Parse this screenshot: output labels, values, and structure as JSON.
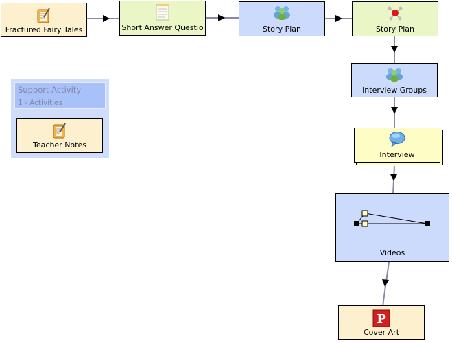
{
  "activities": {
    "fractured": {
      "label": "Fractured Fairy Tales",
      "icon": "notebook-pencil-icon"
    },
    "short_answer": {
      "label": "Short Answer Questio",
      "icon": "notepad-icon"
    },
    "story_plan_1": {
      "label": "Story Plan",
      "icon": "group-people-icon"
    },
    "story_plan_2": {
      "label": "Story Plan",
      "icon": "molecule-icon"
    },
    "interview_groups": {
      "label": "Interview Groups",
      "icon": "group-people-icon"
    },
    "interview": {
      "label": "Interview",
      "icon": "speech-bubble-icon"
    },
    "videos": {
      "label": "Videos",
      "icon": "branching-diagram-icon"
    },
    "cover_art": {
      "label": "Cover Art",
      "icon": "letter-p-icon"
    }
  },
  "support": {
    "title": "Support Activity",
    "subtitle": "1 - Activities",
    "teacher_notes": {
      "label": "Teacher Notes",
      "icon": "notebook-pencil-icon"
    }
  },
  "colors": {
    "tan": "#fdf0cf",
    "green": "#eaf6c6",
    "blue": "#ccdafb",
    "yellow": "#fefdc5",
    "support_bg": "#cfdcfb",
    "connector": "#8c87a6"
  }
}
